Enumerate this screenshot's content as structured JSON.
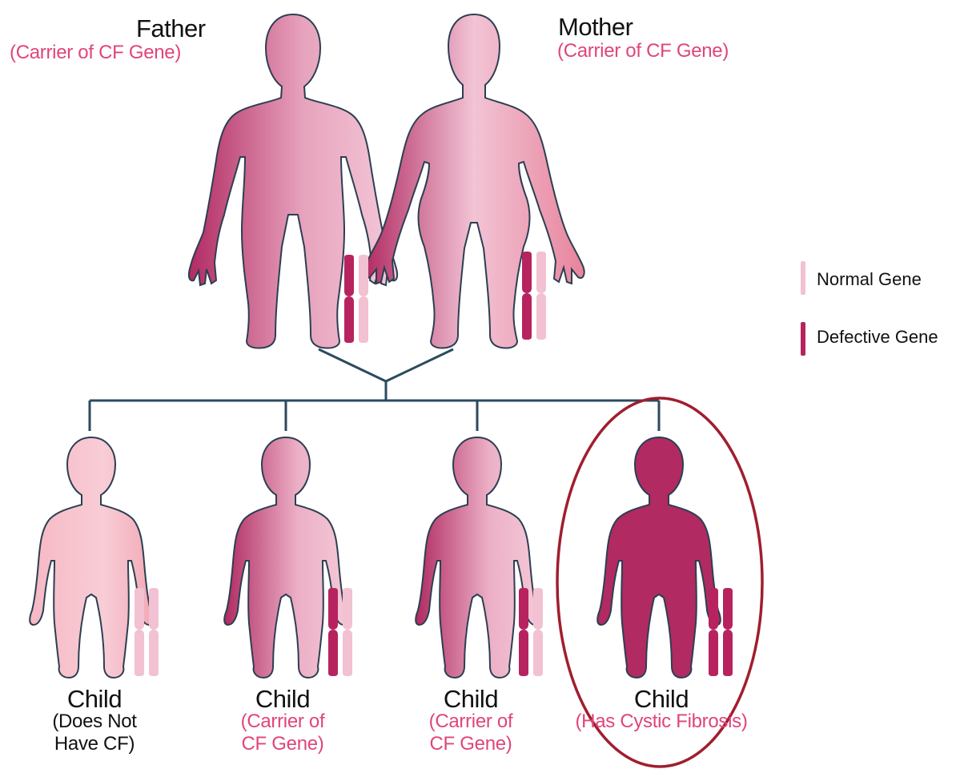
{
  "colors": {
    "normal_gene": "#f2c1d2",
    "defective_gene": "#b7235f",
    "carrier_label": "#e0457b",
    "tree_line": "#2b4a5e",
    "highlight_ellipse": "#a01e2e",
    "body_outline": "#2c3f52"
  },
  "parents": [
    {
      "id": "father",
      "name": "Father",
      "status": "(Carrier of CF Gene)",
      "genes": [
        "defective",
        "normal"
      ]
    },
    {
      "id": "mother",
      "name": "Mother",
      "status": "(Carrier of CF Gene)",
      "genes": [
        "defective",
        "normal"
      ]
    }
  ],
  "children": [
    {
      "id": "child-1",
      "name": "Child",
      "status_line1": "(Does Not",
      "status_line2": "Have CF)",
      "status_color": "black",
      "genes": [
        "normal",
        "normal"
      ]
    },
    {
      "id": "child-2",
      "name": "Child",
      "status_line1": "(Carrier of",
      "status_line2": "CF Gene)",
      "status_color": "pink",
      "genes": [
        "defective",
        "normal"
      ]
    },
    {
      "id": "child-3",
      "name": "Child",
      "status_line1": "(Carrier of",
      "status_line2": "CF Gene)",
      "status_color": "pink",
      "genes": [
        "defective",
        "normal"
      ]
    },
    {
      "id": "child-4",
      "name": "Child",
      "status_line1": "(Has Cystic Fibrosis)",
      "status_line2": "",
      "status_color": "pink",
      "genes": [
        "defective",
        "defective"
      ],
      "highlighted": true
    }
  ],
  "legend": {
    "normal_label": "Normal Gene",
    "defective_label": "Defective Gene"
  }
}
